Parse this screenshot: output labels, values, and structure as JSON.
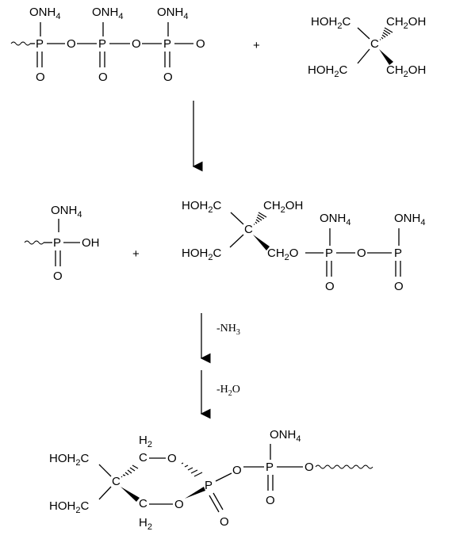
{
  "labels": {
    "nh4": "ONH4",
    "o": "O",
    "p": "P",
    "c": "C",
    "oh": "OH",
    "plus": "+",
    "hoh2c": "HOH2C",
    "ch2oh": "CH2OH",
    "ch2o": "CH2O",
    "h2": "H2"
  },
  "conditions": {
    "step1": "-NH3",
    "step2": "-H2O"
  }
}
